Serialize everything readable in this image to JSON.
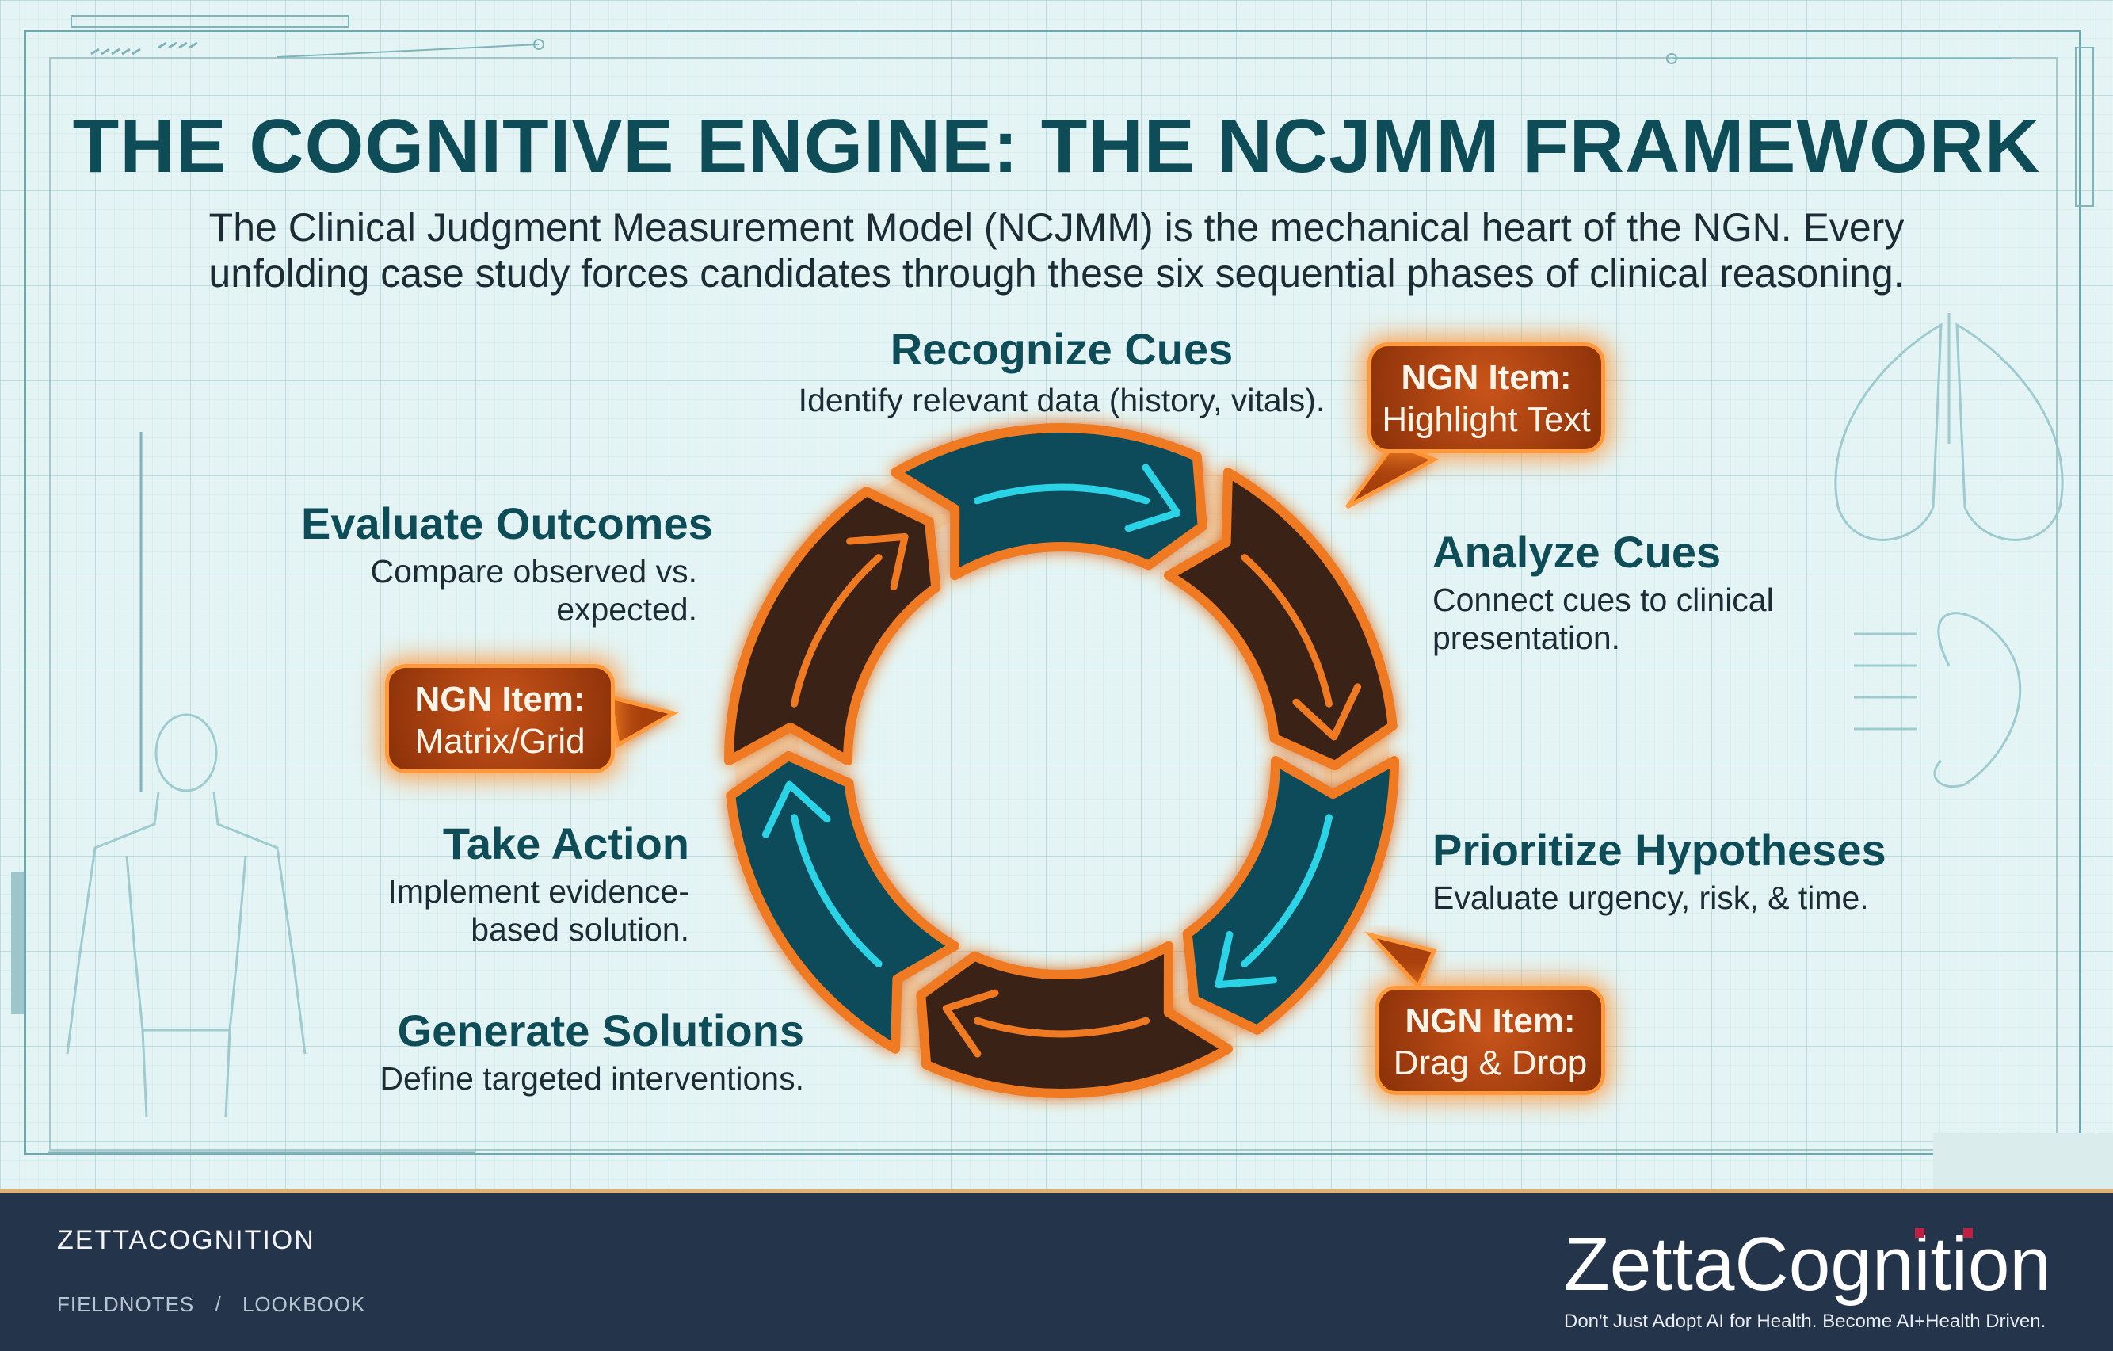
{
  "title": "THE COGNITIVE ENGINE: THE NCJMM FRAMEWORK",
  "subtitle": "The Clinical Judgment Measurement Model (NCJMM) is the mechanical heart of the NGN. Every unfolding case study forces candidates through these six sequential phases of clinical reasoning.",
  "phases": {
    "recognize": {
      "heading": "Recognize Cues",
      "desc": "Identify relevant data (history, vitals)."
    },
    "analyze": {
      "heading": "Analyze Cues",
      "desc": "Connect cues to clinical presentation."
    },
    "prioritize": {
      "heading": "Prioritize Hypotheses",
      "desc": "Evaluate urgency, risk, & time."
    },
    "generate": {
      "heading": "Generate Solutions",
      "desc": "Define targeted interventions."
    },
    "take_action": {
      "heading": "Take Action",
      "desc": "Implement evidence-based solution."
    },
    "evaluate": {
      "heading": "Evaluate Outcomes",
      "desc": "Compare observed vs. expected."
    }
  },
  "ngn_items": {
    "highlight": {
      "heading": "NGN Item:",
      "value": "Highlight Text"
    },
    "drag_drop": {
      "heading": "NGN Item:",
      "value": "Drag & Drop"
    },
    "matrix": {
      "heading": "NGN Item:",
      "value": "Matrix/Grid"
    }
  },
  "colors": {
    "accent_orange": "#f07a22",
    "accent_teal": "#2ad4e6",
    "heading_teal": "#0e4d57",
    "footer_bg": "#24344a"
  },
  "footer": {
    "brand": "ZETTACOGNITION",
    "crumbs": [
      "FIELDNOTES",
      "/",
      "LOOKBOOK"
    ],
    "logo_text": "ZettaCognition",
    "tagline": "Don't Just Adopt AI for Health. Become AI+Health Driven."
  }
}
